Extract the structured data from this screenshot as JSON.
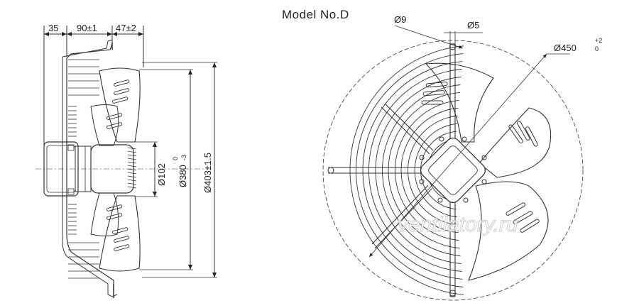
{
  "drawing": {
    "title": "Model No.D",
    "side_view": {
      "dim_35": "35",
      "dim_90": "90±1",
      "dim_47": "47±2",
      "dia_102": "Ø102",
      "dia_380": "Ø380",
      "dia_380_tol_upper": "0",
      "dia_380_tol_lower": "-3",
      "dia_403": "Ø403±1.5"
    },
    "front_view": {
      "dia_9": "Ø9",
      "dia_5": "Ø5",
      "dia_450": "Ø450",
      "dia_450_tol_upper": "+2",
      "dia_450_tol_lower": "0"
    },
    "watermark": "ventilatory.ru"
  }
}
